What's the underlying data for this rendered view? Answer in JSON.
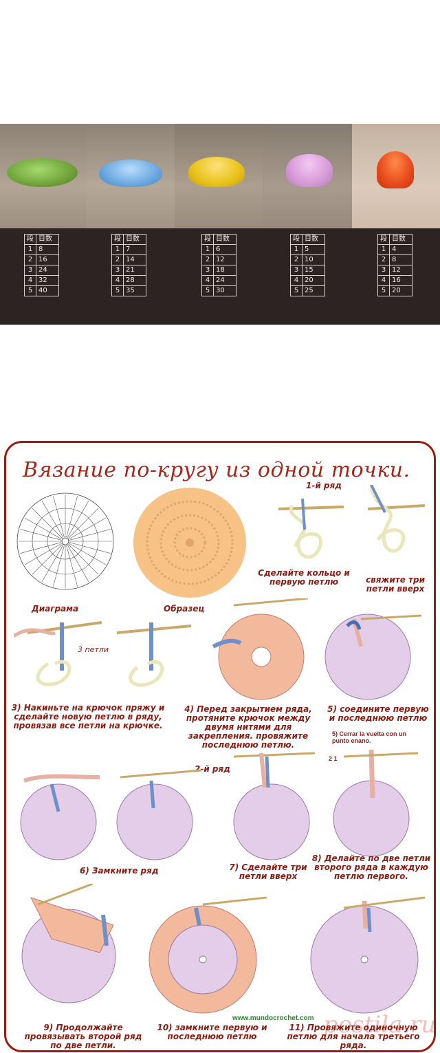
{
  "columns": [
    {
      "color": "#79b64a",
      "rows": [
        [
          "1",
          "8"
        ],
        [
          "2",
          "16"
        ],
        [
          "3",
          "24"
        ],
        [
          "4",
          "32"
        ],
        [
          "5",
          "40"
        ]
      ]
    },
    {
      "color": "#6aa8e0",
      "rows": [
        [
          "1",
          "7"
        ],
        [
          "2",
          "14"
        ],
        [
          "3",
          "21"
        ],
        [
          "4",
          "28"
        ],
        [
          "5",
          "35"
        ]
      ]
    },
    {
      "color": "#e8c21a",
      "rows": [
        [
          "1",
          "6"
        ],
        [
          "2",
          "12"
        ],
        [
          "3",
          "18"
        ],
        [
          "4",
          "24"
        ],
        [
          "5",
          "30"
        ]
      ]
    },
    {
      "color": "#d79ad8",
      "rows": [
        [
          "1",
          "5"
        ],
        [
          "2",
          "10"
        ],
        [
          "3",
          "15"
        ],
        [
          "4",
          "20"
        ],
        [
          "5",
          "25"
        ]
      ]
    },
    {
      "color": "#e84a1c",
      "rows": [
        [
          "1",
          "4"
        ],
        [
          "2",
          "8"
        ],
        [
          "3",
          "12"
        ],
        [
          "4",
          "16"
        ],
        [
          "5",
          "20"
        ]
      ]
    }
  ],
  "table_header": [
    "段",
    "目数"
  ],
  "guide": {
    "title": "Вязание по-кругу из одной точки.",
    "row1_label": "1-й ряд",
    "row2_label": "2-й ряд",
    "step1": "Сделайте кольцо и первую петлю",
    "step2": "свяжите три петли вверх",
    "diagram_label": "Диаграма",
    "sample_label": "Образец",
    "three_loops": "3 петли",
    "step3": "3) Накиньте на крючок пряжу и сделайте новую петлю в ряду, провязав все петли на крючке.",
    "step4": "4) Перед закрытием ряда, протяните крючок между двумя нитями для закрепления. провяжите последнюю петлю.",
    "step5": "5) соедините первую и последнюю петлю",
    "step5_es": "5) Cerrar la vuelta con un punto enano.",
    "step6": "6) Замкните ряд",
    "step7": "7) Сделайте три петли вверх",
    "step8": "8) Делайте по две петли второго ряда в каждую петлю первого.",
    "step9": "9) Продолжайте провязывать второй ряд по две петли.",
    "step10": "10) замкните первую и последнюю петлю",
    "step11": "11) Провяжите одиночную петлю для начала третьего ряда.",
    "site": "www.mundocrochet.com",
    "watermark": "postila.ru",
    "num_labels": "2 1"
  },
  "colors": {
    "accent": "#a3281a",
    "peach": "#f6c285",
    "pink": "#e8b0a0",
    "lilac": "#e3cde8",
    "blue": "#6f8fc9"
  }
}
